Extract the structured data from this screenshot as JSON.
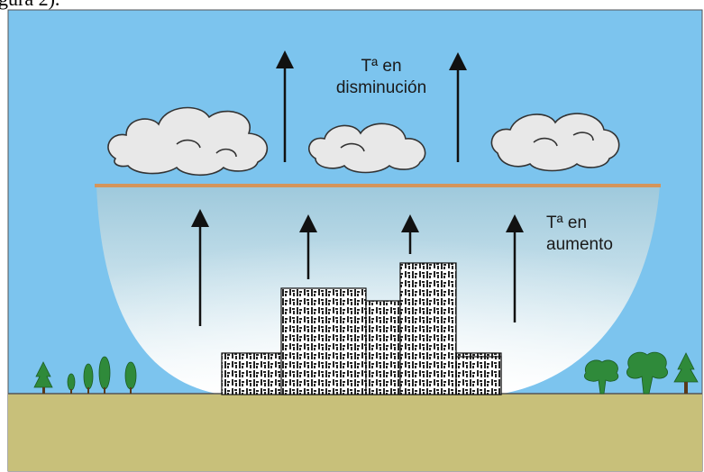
{
  "caption": "gura 2).",
  "labels": {
    "decreasing_line1": "Tª en",
    "decreasing_line2": "disminución",
    "increasing_line1": "Tª en",
    "increasing_line2": "aumento"
  },
  "colors": {
    "sky": "#7cc4ee",
    "ground": "#c8c07a",
    "dome_top": "#9ec9dc",
    "dome_edge": "#ffffff",
    "inversion_line": "#d4955a",
    "cloud": "#e8e8e8",
    "tree": "#2f8a3a",
    "arrow": "#111111"
  }
}
